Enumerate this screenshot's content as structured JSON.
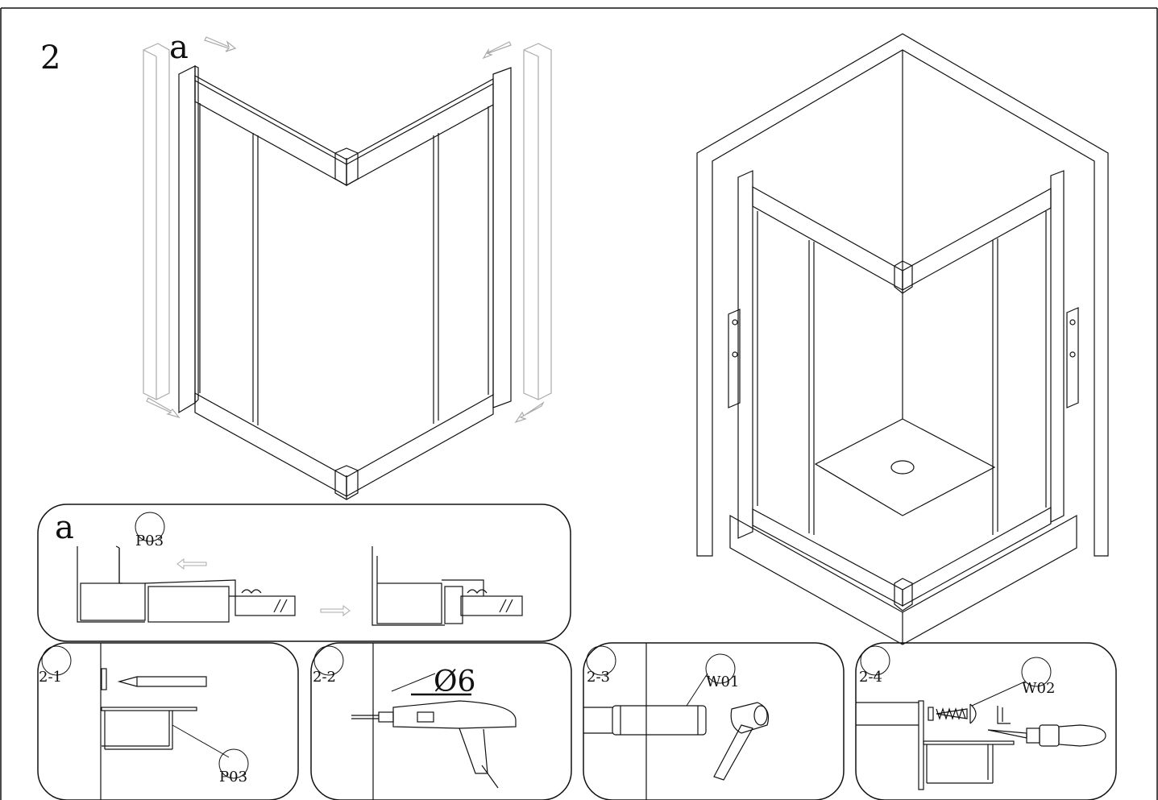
{
  "step_number": "2",
  "main_detail_label": "a",
  "detail_a": {
    "label": "a",
    "part_code": "P03"
  },
  "sub_steps": [
    {
      "id": "2-1",
      "part_code": "P03"
    },
    {
      "id": "2-2",
      "drill_size": "Ø6"
    },
    {
      "id": "2-3",
      "part_code": "W01"
    },
    {
      "id": "2-4",
      "part_code": "W02"
    }
  ],
  "colors": {
    "line": "#111111",
    "faint": "#9a9a9a",
    "background": "#ffffff"
  }
}
